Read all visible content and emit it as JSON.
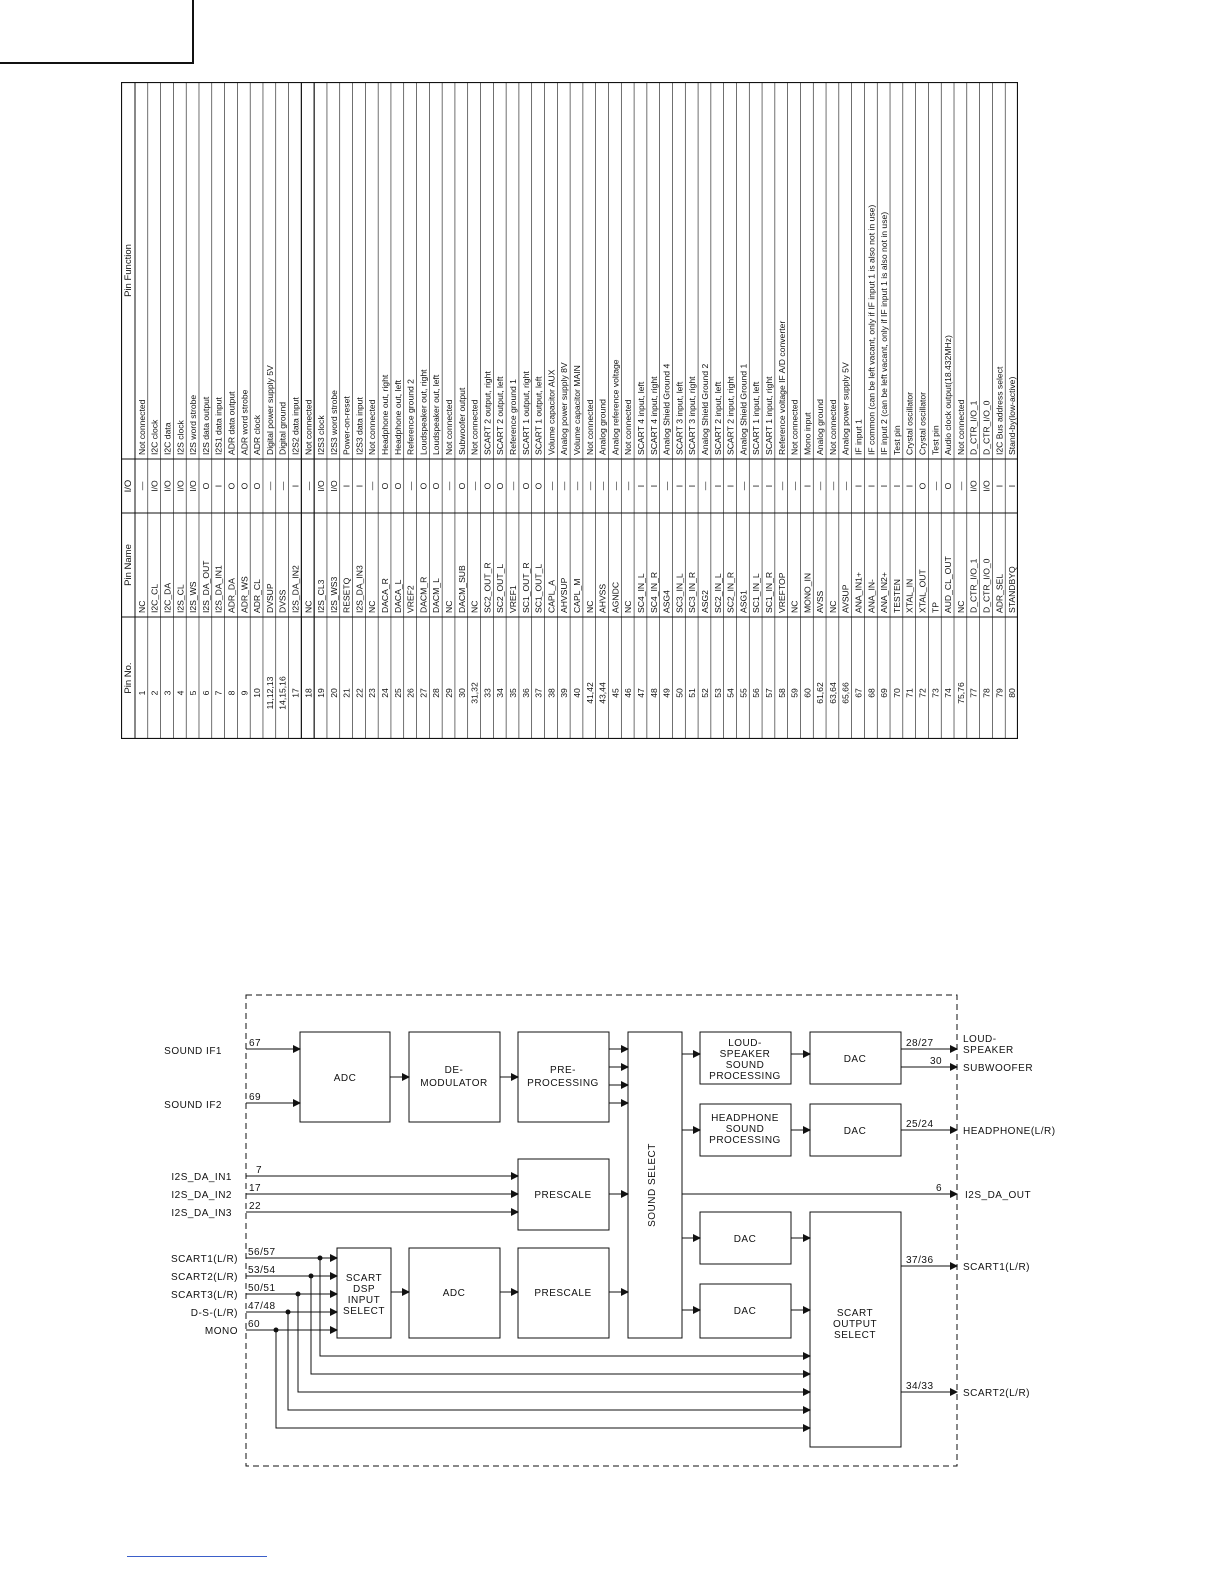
{
  "pin_table": {
    "headers": {
      "pin_no": "Pin No.",
      "pin_name": "Pin Name",
      "io": "I/O",
      "function": "Pin Function"
    },
    "rows": [
      {
        "no": "1",
        "name": "NC",
        "io": "—",
        "fn": "Not connected"
      },
      {
        "no": "2",
        "name": "I2C_CL",
        "io": "I/O",
        "fn": "I2C clock"
      },
      {
        "no": "3",
        "name": "I2C_DA",
        "io": "I/O",
        "fn": "I2C data"
      },
      {
        "no": "4",
        "name": "I2S_CL",
        "io": "I/O",
        "fn": "I2S clock"
      },
      {
        "no": "5",
        "name": "I2S_WS",
        "io": "I/O",
        "fn": "I2S word strobe"
      },
      {
        "no": "6",
        "name": "I2S_DA_OUT",
        "io": "O",
        "fn": "I2S data output"
      },
      {
        "no": "7",
        "name": "I2S_DA_IN1",
        "io": "I",
        "fn": "I2S1 data input"
      },
      {
        "no": "8",
        "name": "ADR_DA",
        "io": "O",
        "fn": "ADR data output"
      },
      {
        "no": "9",
        "name": "ADR_WS",
        "io": "O",
        "fn": "ADR word strobe"
      },
      {
        "no": "10",
        "name": "ADR_CL",
        "io": "O",
        "fn": "ADR clock"
      },
      {
        "no": "11,12,13",
        "name": "DVSUP",
        "io": "—",
        "fn": "Digital power supply 5V"
      },
      {
        "no": "14,15,16",
        "name": "DVSS",
        "io": "—",
        "fn": "Digital ground"
      },
      {
        "no": "17",
        "name": "I2S_DA_IN2",
        "io": "I",
        "fn": "I2S2 data input"
      },
      {
        "no": "18",
        "name": "NC",
        "io": "—",
        "fn": "Not connected"
      },
      {
        "no": "19",
        "name": "I2S_CL3",
        "io": "I/O",
        "fn": "I2S3 clock"
      },
      {
        "no": "20",
        "name": "I2S_WS3",
        "io": "I/O",
        "fn": "I2S3 word strobe"
      },
      {
        "no": "21",
        "name": "RESETQ",
        "io": "I",
        "fn": "Power-on-reset"
      },
      {
        "no": "22",
        "name": "I2S_DA_IN3",
        "io": "I",
        "fn": "I2S3 data input"
      },
      {
        "no": "23",
        "name": "NC",
        "io": "—",
        "fn": "Not connected"
      },
      {
        "no": "24",
        "name": "DACA_R",
        "io": "O",
        "fn": "Headphone out, right"
      },
      {
        "no": "25",
        "name": "DACA_L",
        "io": "O",
        "fn": "Headphone out, left"
      },
      {
        "no": "26",
        "name": "VREF2",
        "io": "—",
        "fn": "Reference ground 2"
      },
      {
        "no": "27",
        "name": "DACM_R",
        "io": "O",
        "fn": "Loudspeaker out, right"
      },
      {
        "no": "28",
        "name": "DACM_L",
        "io": "O",
        "fn": "Loudspeaker out, left"
      },
      {
        "no": "29",
        "name": "NC",
        "io": "—",
        "fn": "Not connected"
      },
      {
        "no": "30",
        "name": "DACM_SUB",
        "io": "O",
        "fn": "Subwoofer output"
      },
      {
        "no": "31,32",
        "name": "NC",
        "io": "—",
        "fn": "Not connected"
      },
      {
        "no": "33",
        "name": "SC2_OUT_R",
        "io": "O",
        "fn": "SCART 2 output, right"
      },
      {
        "no": "34",
        "name": "SC2_OUT_L",
        "io": "O",
        "fn": "SCART 2 output, left"
      },
      {
        "no": "35",
        "name": "VREF1",
        "io": "—",
        "fn": "Reference ground 1"
      },
      {
        "no": "36",
        "name": "SC1_OUT_R",
        "io": "O",
        "fn": "SCART 1 output, right"
      },
      {
        "no": "37",
        "name": "SC1_OUT_L",
        "io": "O",
        "fn": "SCART 1 output, left"
      },
      {
        "no": "38",
        "name": "CAPL_A",
        "io": "—",
        "fn": "Volume capacitor AUX"
      },
      {
        "no": "39",
        "name": "AHVSUP",
        "io": "—",
        "fn": "Analog power supply 8V"
      },
      {
        "no": "40",
        "name": "CAPL_M",
        "io": "—",
        "fn": "Volume capacitor MAIN"
      },
      {
        "no": "41,42",
        "name": "NC",
        "io": "—",
        "fn": "Not connected"
      },
      {
        "no": "43,44",
        "name": "AHVSS",
        "io": "—",
        "fn": "Analog ground"
      },
      {
        "no": "45",
        "name": "AGNDC",
        "io": "—",
        "fn": "Analog reference voltage"
      },
      {
        "no": "46",
        "name": "NC",
        "io": "—",
        "fn": "Not connected"
      },
      {
        "no": "47",
        "name": "SC4_IN_L",
        "io": "I",
        "fn": "SCART 4 input, left"
      },
      {
        "no": "48",
        "name": "SC4_IN_R",
        "io": "I",
        "fn": "SCART 4 input, right"
      },
      {
        "no": "49",
        "name": "ASG4",
        "io": "—",
        "fn": "Analog Shield Ground 4"
      },
      {
        "no": "50",
        "name": "SC3_IN_L",
        "io": "I",
        "fn": "SCART 3 input, left"
      },
      {
        "no": "51",
        "name": "SC3_IN_R",
        "io": "I",
        "fn": "SCART 3 input, right"
      },
      {
        "no": "52",
        "name": "ASG2",
        "io": "—",
        "fn": "Analog Shield Ground 2"
      },
      {
        "no": "53",
        "name": "SC2_IN_L",
        "io": "I",
        "fn": "SCART 2 input, left"
      },
      {
        "no": "54",
        "name": "SC2_IN_R",
        "io": "I",
        "fn": "SCART 2 input, right"
      },
      {
        "no": "55",
        "name": "ASG1",
        "io": "—",
        "fn": "Analog Shield Ground 1"
      },
      {
        "no": "56",
        "name": "SC1_IN_L",
        "io": "I",
        "fn": "SCART 1 input, left"
      },
      {
        "no": "57",
        "name": "SC1_IN_R",
        "io": "I",
        "fn": "SCART 1 input, right"
      },
      {
        "no": "58",
        "name": "VREFTOP",
        "io": "—",
        "fn": "Reference voltage IF A/D converter"
      },
      {
        "no": "59",
        "name": "NC",
        "io": "—",
        "fn": "Not connected"
      },
      {
        "no": "60",
        "name": "MONO_IN",
        "io": "I",
        "fn": "Mono input"
      },
      {
        "no": "61,62",
        "name": "AVSS",
        "io": "—",
        "fn": "Analog ground"
      },
      {
        "no": "63,64",
        "name": "NC",
        "io": "—",
        "fn": "Not connected"
      },
      {
        "no": "65,66",
        "name": "AVSUP",
        "io": "—",
        "fn": "Analog power supply 5V"
      },
      {
        "no": "67",
        "name": "ANA_IN1+",
        "io": "I",
        "fn": "IF input 1"
      },
      {
        "no": "68",
        "name": "ANA_IN-",
        "io": "I",
        "fn": "IF common (can be left vacant, only if IF input 1 is also not in use)"
      },
      {
        "no": "69",
        "name": "ANA_IN2+",
        "io": "I",
        "fn": "IF input 2 (can be left vacant, only if IF input 1 is also not in use)"
      },
      {
        "no": "70",
        "name": "TESTEN",
        "io": "I",
        "fn": "Test pin"
      },
      {
        "no": "71",
        "name": "XTAL_IN",
        "io": "I",
        "fn": "Crystal oscillator"
      },
      {
        "no": "72",
        "name": "XTAL_OUT",
        "io": "O",
        "fn": "Crystal oscillator"
      },
      {
        "no": "73",
        "name": "TP",
        "io": "—",
        "fn": "Test pin"
      },
      {
        "no": "74",
        "name": "AUD_CL_OUT",
        "io": "O",
        "fn": "Audio clock output(18.432MHz)"
      },
      {
        "no": "75,76",
        "name": "NC",
        "io": "—",
        "fn": "Not connected"
      },
      {
        "no": "77",
        "name": "D_CTR_I/O_1",
        "io": "I/O",
        "fn": "D_CTR_I/O_1"
      },
      {
        "no": "78",
        "name": "D_CTR_I/O_0",
        "io": "I/O",
        "fn": "D_CTR_I/O_0"
      },
      {
        "no": "79",
        "name": "ADR_SEL",
        "io": "I",
        "fn": "I2C Bus address select"
      },
      {
        "no": "80",
        "name": "STANDBYQ",
        "io": "I",
        "fn": "Stand-by(low-active)"
      }
    ]
  },
  "diagram": {
    "blocks": {
      "adc1": "ADC",
      "demod": [
        "DE-",
        "MODULATOR"
      ],
      "preproc": [
        "PRE-",
        "PROCESSING"
      ],
      "prescale1": "PRESCALE",
      "sound_select": "SOUND SELECT",
      "ls_proc": [
        "LOUD-",
        "SPEAKER",
        "SOUND",
        "PROCESSING"
      ],
      "hp_proc": [
        "HEADPHONE",
        "SOUND",
        "PROCESSING"
      ],
      "dac_ls": "DAC",
      "dac_hp": "DAC",
      "dac_sc1": "DAC",
      "dac_sc2": "DAC",
      "scart_dsp": [
        "SCART",
        "DSP",
        "INPUT",
        "SELECT"
      ],
      "adc2": "ADC",
      "prescale2": "PRESCALE",
      "scart_out": [
        "SCART",
        "OUTPUT",
        "SELECT"
      ]
    },
    "inputs": {
      "sound_if1": "SOUND IF1",
      "pin_67": "67",
      "sound_if2": "SOUND IF2",
      "pin_69": "69",
      "i2s_in1": "I2S_DA_IN1",
      "pin_7": "7",
      "i2s_in2": "I2S_DA_IN2",
      "pin_17": "17",
      "i2s_in3": "I2S_DA_IN3",
      "pin_22": "22",
      "scart1": "SCART1(L/R)",
      "pin_56_57": "56/57",
      "scart2": "SCART2(L/R)",
      "pin_53_54": "53/54",
      "scart3": "SCART3(L/R)",
      "pin_50_51": "50/51",
      "ds": "D-S-(L/R)",
      "pin_47_48": "47/48",
      "mono": "MONO",
      "pin_60": "60"
    },
    "outputs": {
      "pin_28_27": "28/27",
      "loudspeaker": [
        "LOUD-",
        "SPEAKER"
      ],
      "pin_30": "30",
      "subwoofer": "SUBWOOFER",
      "pin_25_24": "25/24",
      "headphone": "HEADPHONE(L/R)",
      "pin_6": "6",
      "i2s_out": "I2S_DA_OUT",
      "pin_37_36": "37/36",
      "scart1_out": "SCART1(L/R)",
      "pin_34_33": "34/33",
      "scart2_out": "SCART2(L/R)"
    }
  }
}
